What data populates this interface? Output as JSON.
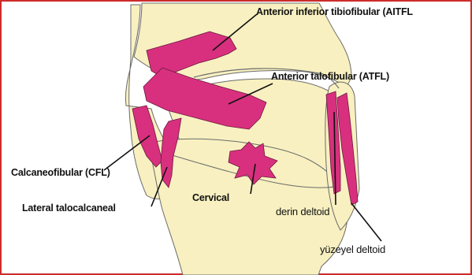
{
  "colors": {
    "frame": "#cc2b2b",
    "bone": "#f8f0c0",
    "ligament": "#d8307e",
    "outline": "#6b6b6b",
    "leader": "#111111"
  },
  "labels": {
    "aitfl": "Anterior inferior tibiofibular (AITFL",
    "atfl": "Anterior talofibular (ATFL)",
    "cfl": "Calcaneofibular (CFL)",
    "lateral_talocalcaneal": "Lateral talocalcaneal",
    "cervical": "Cervical",
    "derin_deltoid": "derin deltoid",
    "yuzeyel_deltoid": "yüzeyel deltoid"
  }
}
